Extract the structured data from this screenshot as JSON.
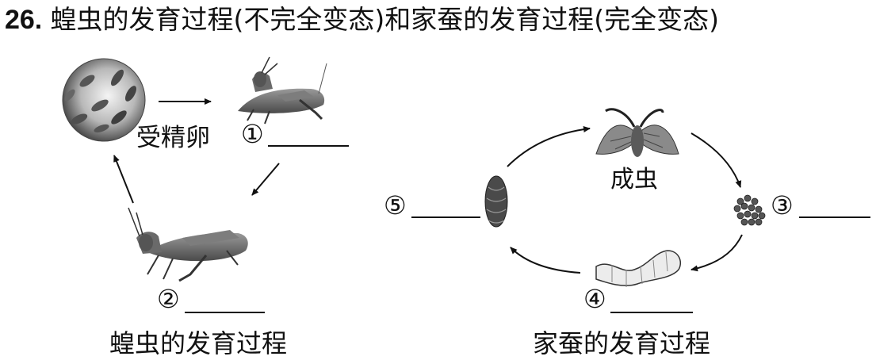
{
  "question": {
    "number": "26",
    "text": "蝗虫的发育过程(不完全变态)和家蚕的发育过程(完全变态)"
  },
  "locust": {
    "egg_label": "受精卵",
    "blank_1": "①",
    "blank_2": "②",
    "caption": "蝗虫的发育过程"
  },
  "silkworm": {
    "adult_label": "成虫",
    "blank_3": "③",
    "blank_4": "④",
    "blank_5": "⑤",
    "caption": "家蚕的发育过程"
  }
}
